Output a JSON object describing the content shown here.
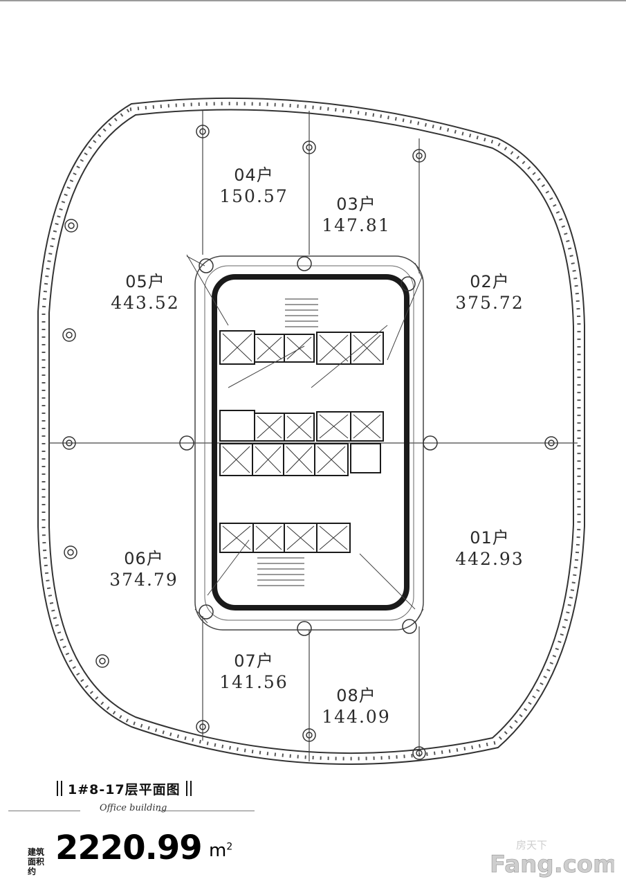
{
  "units": [
    {
      "id": "01",
      "name": "01户",
      "area": "442.93"
    },
    {
      "id": "02",
      "name": "02户",
      "area": "375.72"
    },
    {
      "id": "03",
      "name": "03户",
      "area": "147.81"
    },
    {
      "id": "04",
      "name": "04户",
      "area": "150.57"
    },
    {
      "id": "05",
      "name": "05户",
      "area": "443.52"
    },
    {
      "id": "06",
      "name": "06户",
      "area": "374.79"
    },
    {
      "id": "07",
      "name": "07户",
      "area": "141.56"
    },
    {
      "id": "08",
      "name": "08户",
      "area": "144.09"
    }
  ],
  "caption": {
    "title": "1#8-17层平面图",
    "subtitle": "Office building"
  },
  "total": {
    "label": "建筑面积约",
    "value": "2220.99",
    "unit": "m",
    "unit_power": "2"
  },
  "watermark": {
    "brand": "Fang.com",
    "chinese": "房天下",
    "color": "#c9c9c9"
  },
  "colors": {
    "line": "#333333",
    "core": "#1a1a1a"
  }
}
